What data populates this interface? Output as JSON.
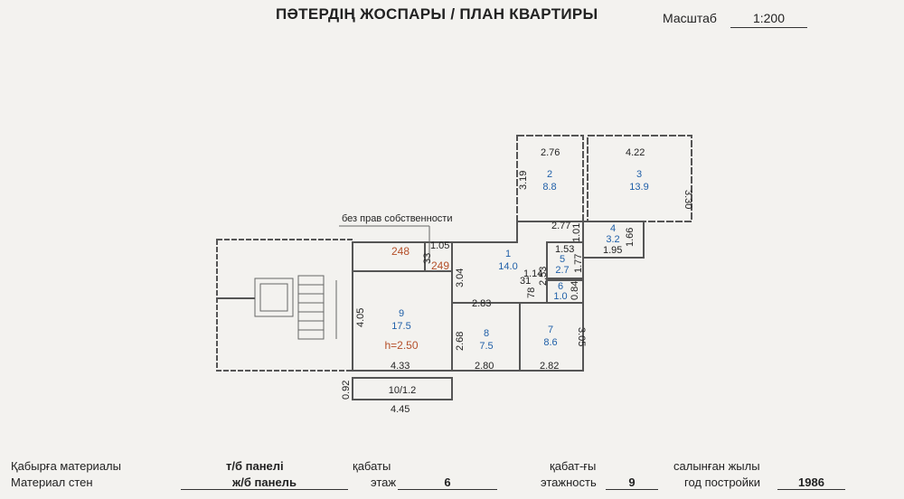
{
  "header": {
    "title": "ПӘТЕРДІҢ ЖОСПАРЫ / ПЛАН КВАРТИРЫ",
    "scale_label": "Масштаб",
    "scale_value": "1:200"
  },
  "plan": {
    "note": "без прав собственности",
    "rooms": [
      {
        "id": "1",
        "area": "14.0"
      },
      {
        "id": "2",
        "area": "8.8"
      },
      {
        "id": "3",
        "area": "13.9"
      },
      {
        "id": "4",
        "area": "3.2"
      },
      {
        "id": "5",
        "area": "2.7"
      },
      {
        "id": "6",
        "area": "1.0"
      },
      {
        "id": "7",
        "area": "8.6"
      },
      {
        "id": "8",
        "area": "7.5"
      },
      {
        "id": "9",
        "area": "17.5"
      },
      {
        "balcony": "10/1.2"
      }
    ],
    "ceiling": "h=2.50",
    "other_units": [
      "248",
      "249"
    ],
    "dims": {
      "r2w": "2.76",
      "r2h": "3.19",
      "r3w": "4.22",
      "r3h": "3.30",
      "c277": "2.77",
      "c101": "1.01",
      "r4w": "1.95",
      "r4h": "1.66",
      "r5w": "1.53",
      "r5h": "1.77",
      "r5s": "2.53",
      "c114": "1.14",
      "c31": "31",
      "c78": "78",
      "r6h": "0.84",
      "r1h": "3.04",
      "r1w": "2.83",
      "c105": "1.05",
      "c33": "33",
      "r9h": "4.05",
      "r9w": "4.33",
      "r8h": "2.68",
      "r8w": "2.80",
      "r7h": "3.05",
      "r7w": "2.82",
      "balh": "0.92",
      "balw": "4.45"
    }
  },
  "footer": {
    "wall_kz": "Қабырға материалы",
    "wall_ru": "Материал стен",
    "wall_v_kz": "т/б панелі",
    "wall_v_ru": "ж/б панель",
    "floor_kz": "қабаты",
    "floor_ru": "этаж",
    "floor_v": "6",
    "floors_kz": "қабат-ғы",
    "floors_ru": "этажность",
    "floors_v": "9",
    "year_kz": "салынған жылы",
    "year_ru": "год постройки",
    "year_v": "1986"
  }
}
